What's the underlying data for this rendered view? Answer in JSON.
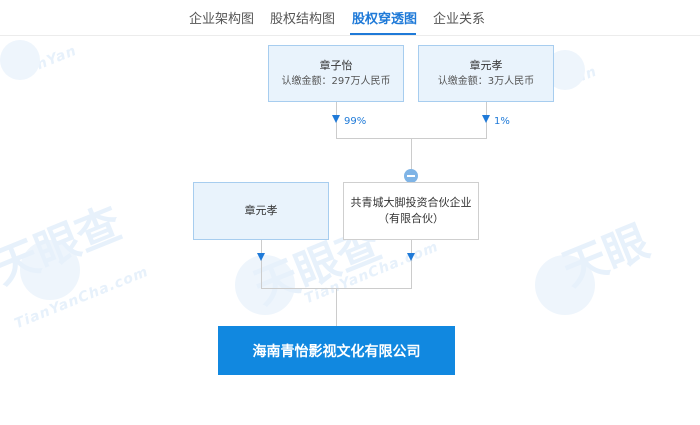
{
  "tabs": [
    {
      "label": "企业架构图"
    },
    {
      "label": "股权结构图"
    },
    {
      "label": "股权穿透图"
    },
    {
      "label": "企业关系"
    }
  ],
  "active_tab": "股权穿透图",
  "top_shareholders": [
    {
      "name": "章子怡",
      "amount": "认缴金额：297万人民币",
      "percent": "99%"
    },
    {
      "name": "章元孝",
      "amount": "认缴金额：3万人民币",
      "percent": "1%"
    }
  ],
  "mid_shareholders": [
    {
      "name": "章元孝"
    },
    {
      "name_line1": "共青城大脚投资合伙企业",
      "name_line2": "（有限合伙）"
    }
  ],
  "target_company": {
    "name": "海南青怡影视文化有限公司"
  },
  "colors": {
    "accent": "#1f7ad8",
    "target_bg": "#1188e0",
    "node_blue_bg": "#e9f3fc"
  },
  "icons": {
    "collapse": "minus-circle-icon",
    "arrow": "arrow-down-icon"
  }
}
